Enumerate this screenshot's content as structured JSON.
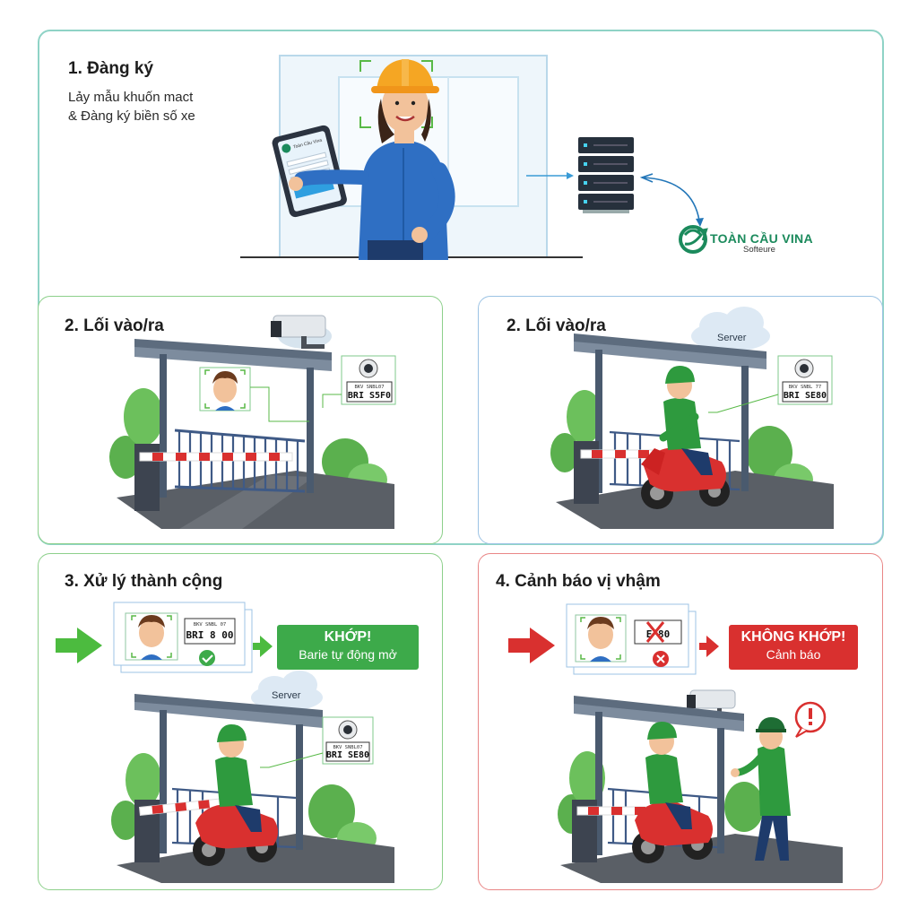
{
  "step1": {
    "title": "1. Đàng ký",
    "line1": "Lảy mẫu khuốn mact",
    "line2": "& Đàng ký biền số xe",
    "company_name": "TOÀN CẦU VINA",
    "company_sub": "Softeure",
    "tablet_brand": "Toàn Cầu Vina"
  },
  "step2a": {
    "title": "2. Lối vào/ra",
    "plate_top": "BKV SNBL07",
    "plate_main": "BRI S5F0"
  },
  "step2b": {
    "title": "2. Lối vào/ra",
    "cloud_label": "Server",
    "plate_top": "BKV SNBL 77",
    "plate_main": "BRI SE80"
  },
  "step3": {
    "title": "3. Xử lý thành cộng",
    "plate_top": "BKV SNBL 07",
    "plate_main": "BRI 8 00",
    "badge_line1": "KHỚP!",
    "badge_line2": "Barie tự động mở",
    "cloud_label": "Server",
    "cam_plate_top": "BKV SNBL07",
    "cam_plate_main": "BRI SE80"
  },
  "step4": {
    "title": "4. Cảnh báo vị vhậm",
    "plate_main": "E 80",
    "badge_line1": "KHÔNG KHỚP!",
    "badge_line2": "Cảnh báo"
  },
  "colors": {
    "green": "#3daa4a",
    "red": "#d9302f",
    "teal_border": "#8fd3c6",
    "blue_border": "#9cc3e4"
  },
  "icons": [
    "camera-icon",
    "server-icon",
    "cloud-icon",
    "check-icon",
    "cross-icon",
    "alert-icon",
    "arrow-icon",
    "face-scan-icon"
  ]
}
